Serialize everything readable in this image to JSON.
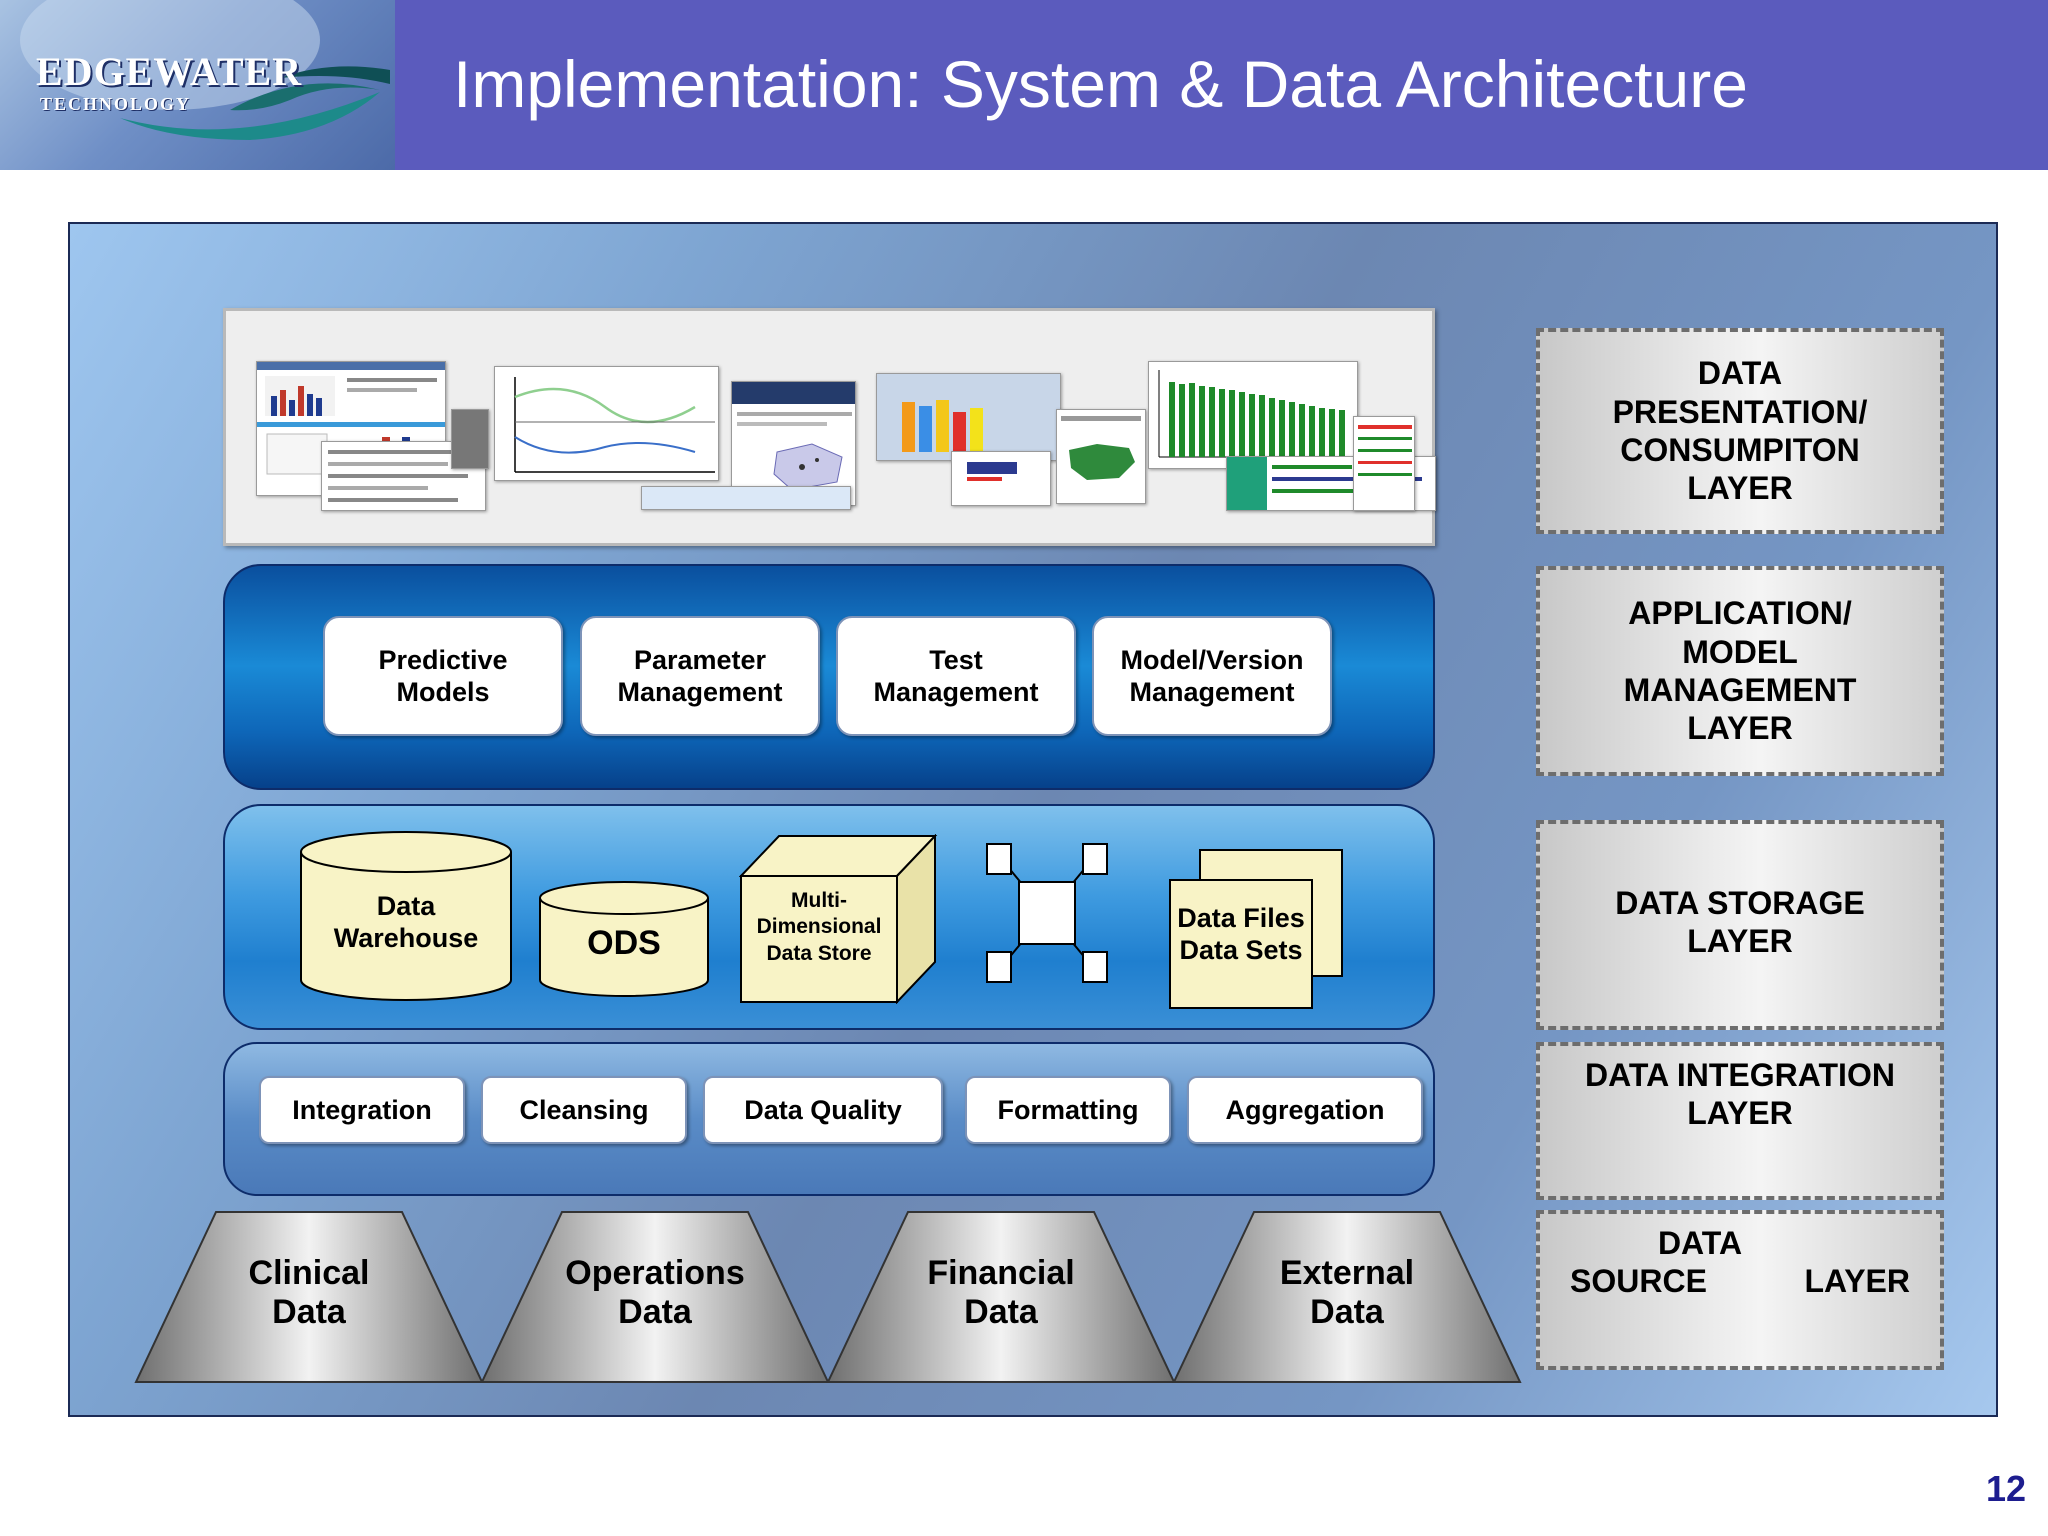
{
  "header": {
    "logo_text": "EDGEWATER",
    "logo_sub": "TECHNOLOGY",
    "title": "Implementation: System & Data Architecture"
  },
  "application_layer": {
    "boxes": [
      {
        "line1": "Predictive",
        "line2": "Models"
      },
      {
        "line1": "Parameter",
        "line2": "Management"
      },
      {
        "line1": "Test",
        "line2": "Management"
      },
      {
        "line1": "Model/Version",
        "line2": "Management"
      }
    ]
  },
  "storage_layer": {
    "warehouse": {
      "line1": "Data",
      "line2": "Warehouse"
    },
    "ods": "ODS",
    "cube": {
      "line1": "Multi-",
      "line2": "Dimensional",
      "line3": "Data Store"
    },
    "files": {
      "line1": "Data Files",
      "line2": "Data Sets"
    }
  },
  "integration_layer": {
    "boxes": [
      "Integration",
      "Cleansing",
      "Data Quality",
      "Formatting",
      "Aggregation"
    ]
  },
  "sources": [
    {
      "line1": "Clinical",
      "line2": "Data"
    },
    {
      "line1": "Operations",
      "line2": "Data"
    },
    {
      "line1": "Financial",
      "line2": "Data"
    },
    {
      "line1": "External",
      "line2": "Data"
    }
  ],
  "layers": {
    "presentation": [
      "DATA",
      "PRESENTATION/",
      "CONSUMPITON",
      "LAYER"
    ],
    "application": [
      "APPLICATION/",
      "MODEL",
      "MANAGEMENT",
      "LAYER"
    ],
    "storage": [
      "DATA STORAGE",
      "LAYER"
    ],
    "integration": [
      "DATA INTEGRATION",
      "LAYER"
    ],
    "source": [
      "DATA",
      "SOURCE",
      "LAYER"
    ]
  },
  "slide_number": "12",
  "colors": {
    "title_bar": "#5b5bbd",
    "app_band": "#1a8ad6",
    "storage_band": "#3f9be0",
    "integration_band": "#5a8cc7",
    "storage_fill": "#f8f3c6",
    "slide_number": "#1d1d8f"
  }
}
